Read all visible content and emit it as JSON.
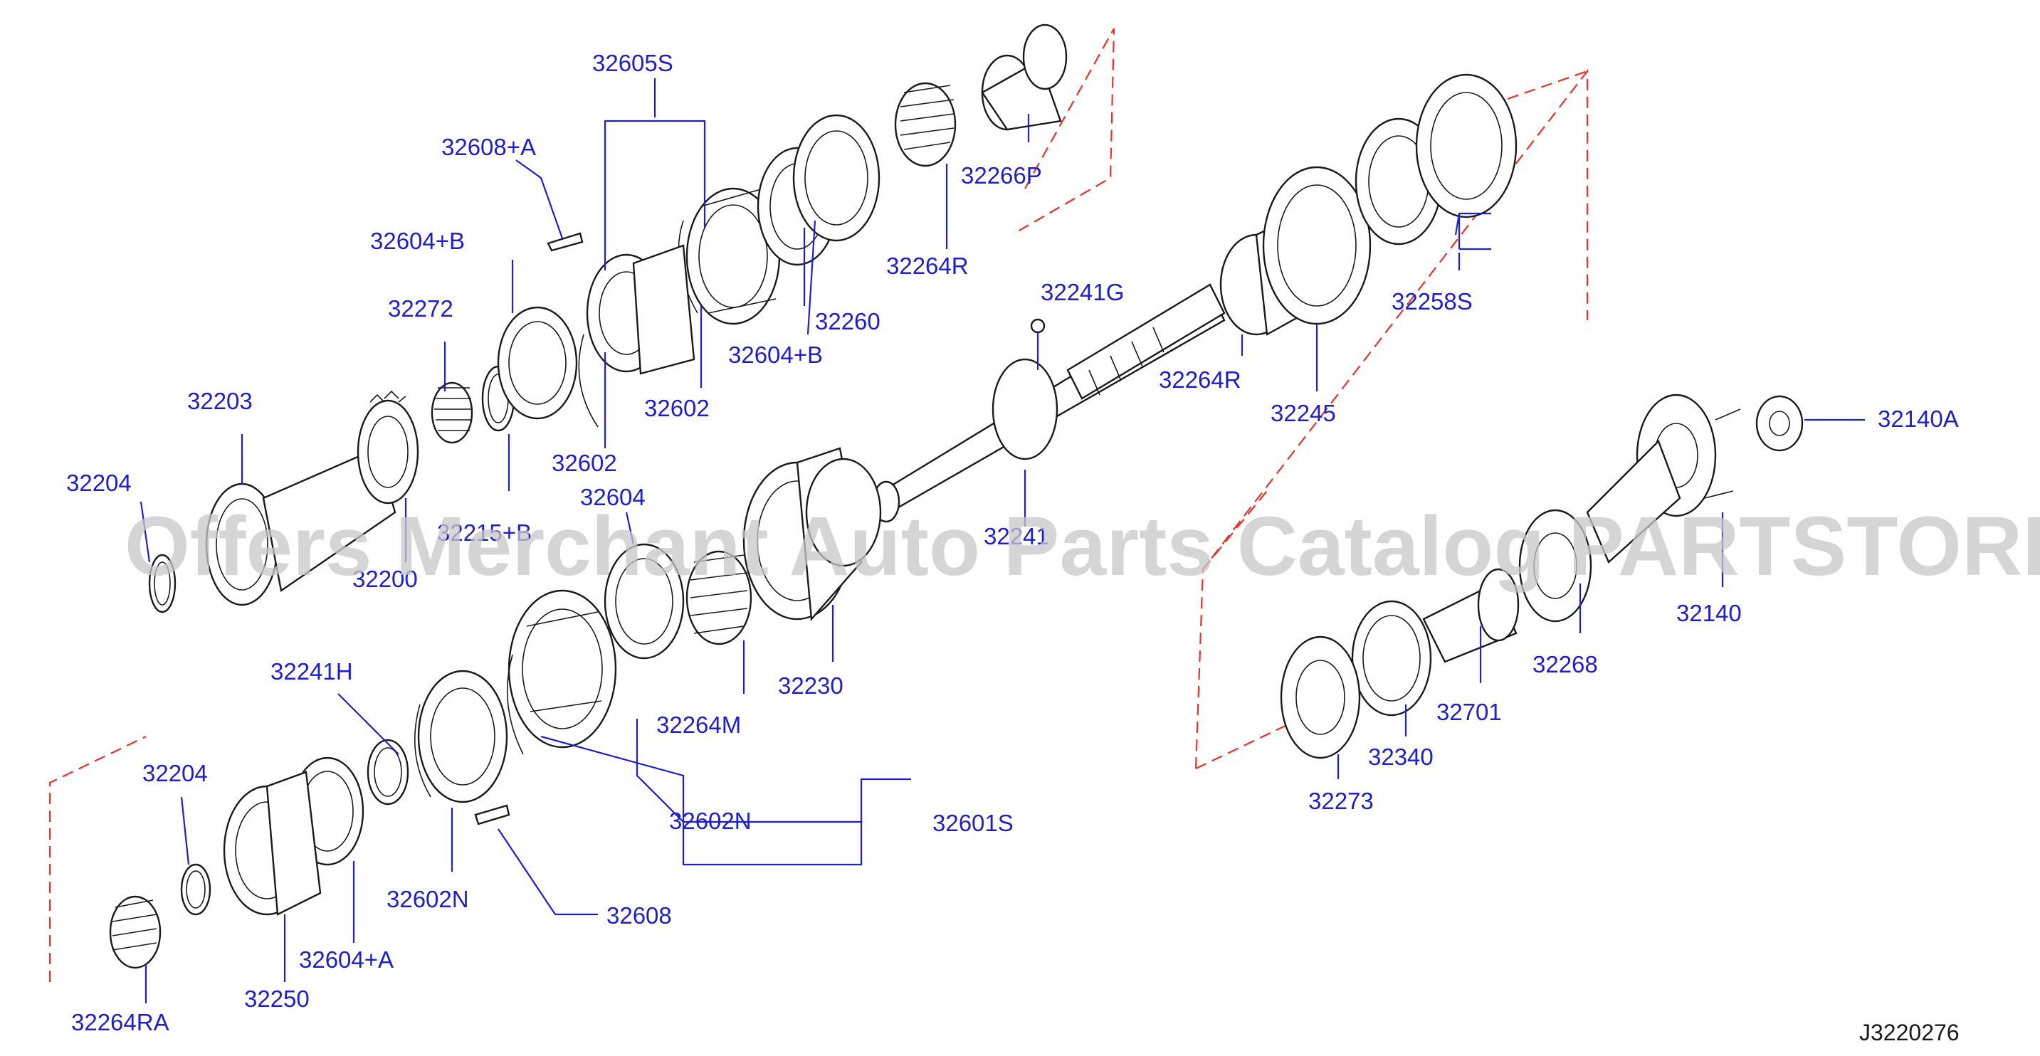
{
  "labels": {
    "l32605S": "32605S",
    "l32608A": "32608+A",
    "l32604B_top": "32604+B",
    "l32272": "32272",
    "l32203": "32203",
    "l32204_top": "32204",
    "l32215B": "32215+B",
    "l32200": "32200",
    "l32602_a": "32602",
    "l32602_b": "32602",
    "l32604B_mid": "32604+B",
    "l32260": "32260",
    "l32264R_top": "32264R",
    "l32266P": "32266P",
    "l32241G": "32241G",
    "l32264R_mid": "32264R",
    "l32245": "32245",
    "l32258S": "32258S",
    "l32241": "32241",
    "l32604": "32604",
    "l32230": "32230",
    "l32264M": "32264M",
    "l32241H": "32241H",
    "l32602N_a": "32602N",
    "l32601S": "32601S",
    "l32602N_b": "32602N",
    "l32608": "32608",
    "l32204_bot": "32204",
    "l32604A": "32604+A",
    "l32250": "32250",
    "l32264RA": "32264RA",
    "l32140A": "32140A",
    "l32140": "32140",
    "l32268": "32268",
    "l32701": "32701",
    "l32340": "32340",
    "l32273": "32273"
  },
  "diagram_code": "J3220276",
  "watermark": "Offers Merchant Auto Parts Catalog PARTSTORE.SA",
  "colors": {
    "label": "#1f1fc8",
    "leader": "#1f1fc8",
    "part_outline": "#1a1a1a",
    "boundary_dash": "#e8322a",
    "watermark": "#c8c8c8"
  }
}
